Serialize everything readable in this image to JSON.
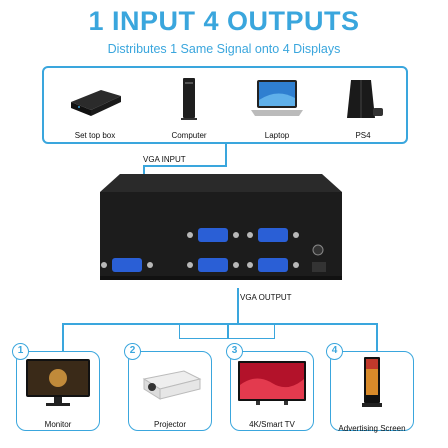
{
  "header": {
    "title": "1 INPUT 4 OUTPUTS",
    "subtitle": "Distributes 1 Same Signal onto 4 Displays"
  },
  "sources": [
    {
      "label": "Set top box",
      "icon": "set-top-box-icon"
    },
    {
      "label": "Computer",
      "icon": "computer-tower-icon"
    },
    {
      "label": "Laptop",
      "icon": "laptop-icon"
    },
    {
      "label": "PS4",
      "icon": "game-console-icon"
    }
  ],
  "connections": {
    "input_label": "VGA INPUT",
    "output_label": "VGA OUTPUT"
  },
  "outputs": [
    {
      "number": "1",
      "label": "Monitor",
      "icon": "monitor-icon"
    },
    {
      "number": "2",
      "label": "Projector",
      "icon": "projector-icon"
    },
    {
      "number": "3",
      "label": "4K/Smart TV",
      "icon": "tv-icon"
    },
    {
      "number": "4",
      "label": "Advertising Screen",
      "icon": "advertising-screen-icon"
    }
  ],
  "colors": {
    "accent": "#3aa6dd",
    "device_body": "#1c1c1c",
    "port_blue": "#2a5fd6"
  }
}
